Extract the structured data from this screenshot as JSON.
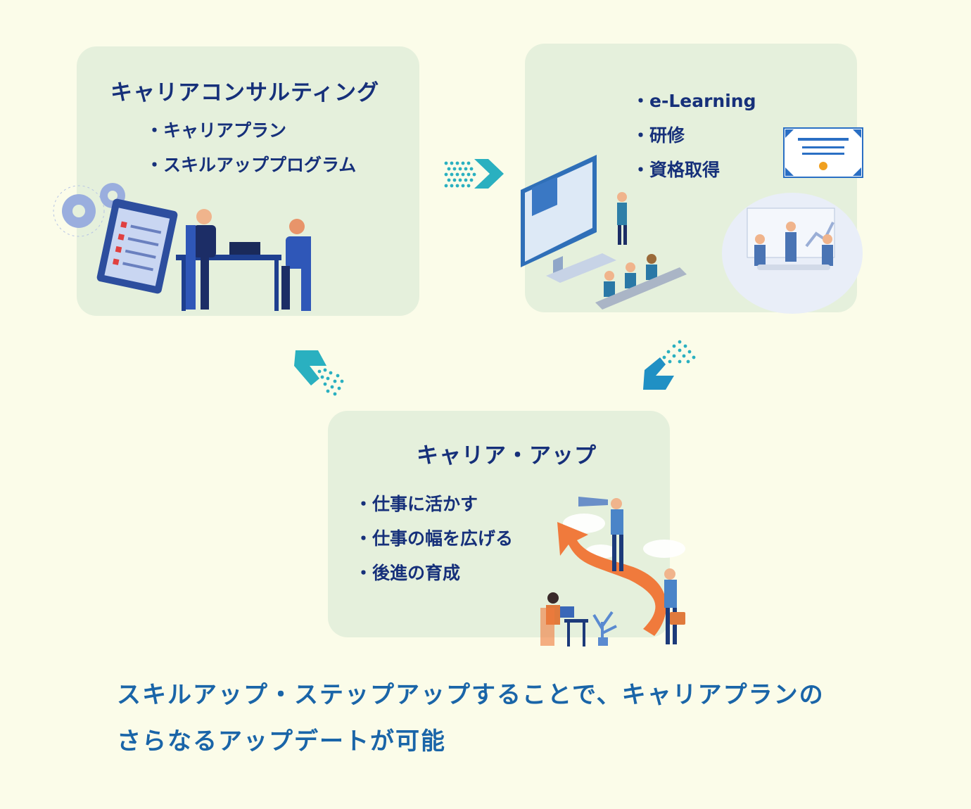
{
  "cards": {
    "consulting": {
      "title": "キャリアコンサルティング",
      "items": [
        "キャリアプラン",
        "スキルアッププログラム"
      ]
    },
    "learning": {
      "items": [
        "e-Learning",
        "研修",
        "資格取得"
      ]
    },
    "career_up": {
      "title": "キャリア・アップ",
      "items": [
        "仕事に活かす",
        "仕事の幅を広げる",
        "後進の育成"
      ]
    }
  },
  "summary": {
    "line1": "スキルアップ・ステップアップすることで、キャリアプランの",
    "line2": "さらなるアップデートが可能"
  },
  "colors": {
    "background": "#fbfce9",
    "card": "#e5f0dc",
    "title": "#16307a",
    "summary": "#1a65a8",
    "arrow": "#2ab0c0",
    "arrow_dark": "#1f7fbf"
  },
  "icons": [
    "gear-icon",
    "clipboard-checklist-icon",
    "meeting-people-icon",
    "certificate-icon",
    "monitor-dashboard-icon",
    "presentation-audience-icon",
    "conference-table-icon",
    "growth-arrow-icon",
    "spyglass-person-icon",
    "businessperson-briefcase-icon",
    "desk-worker-icon",
    "chevron-arrow-icon"
  ]
}
